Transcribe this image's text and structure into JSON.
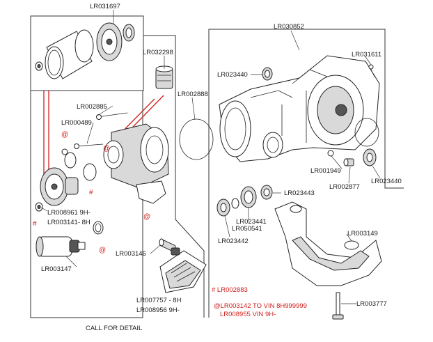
{
  "labels": {
    "lr031697": "LR031697",
    "lr032298": "LR032298",
    "lr030852": "LR030852",
    "lr031611": "LR031611",
    "lr023440_top": "LR023440",
    "lr002888": "LR002888",
    "lr002885": "LR002885",
    "lr000489": "LR000489",
    "lr001949": "LR001949",
    "lr002877": "LR002877",
    "lr023440_right": "LR023440",
    "lr023443": "LR023443",
    "lr023441": "LR023441",
    "lr050541": "LR050541",
    "lr023442": "LR023442",
    "lr008961": "LR008961 9H-",
    "lr003141": "LR003141- 8H",
    "lr003147": "LR003147",
    "lr003146": "LR003146",
    "lr003149": "LR003149",
    "lr007757": "LR007757 - 8H",
    "lr008956": "LR008956 9H-",
    "lr003777": "LR003777",
    "call_for_detail": "CALL FOR DETAIL"
  },
  "legend": {
    "hash_note": "# LR002883",
    "at_note_1": "@LR003142 TO VIN 8H999999",
    "at_note_2": "LR008955 VIN 9H-"
  },
  "markers": {
    "at": "@",
    "hash": "#"
  },
  "colors": {
    "accent_red": "#d0201e",
    "line": "#222222",
    "shade": "#d9d9d9"
  }
}
